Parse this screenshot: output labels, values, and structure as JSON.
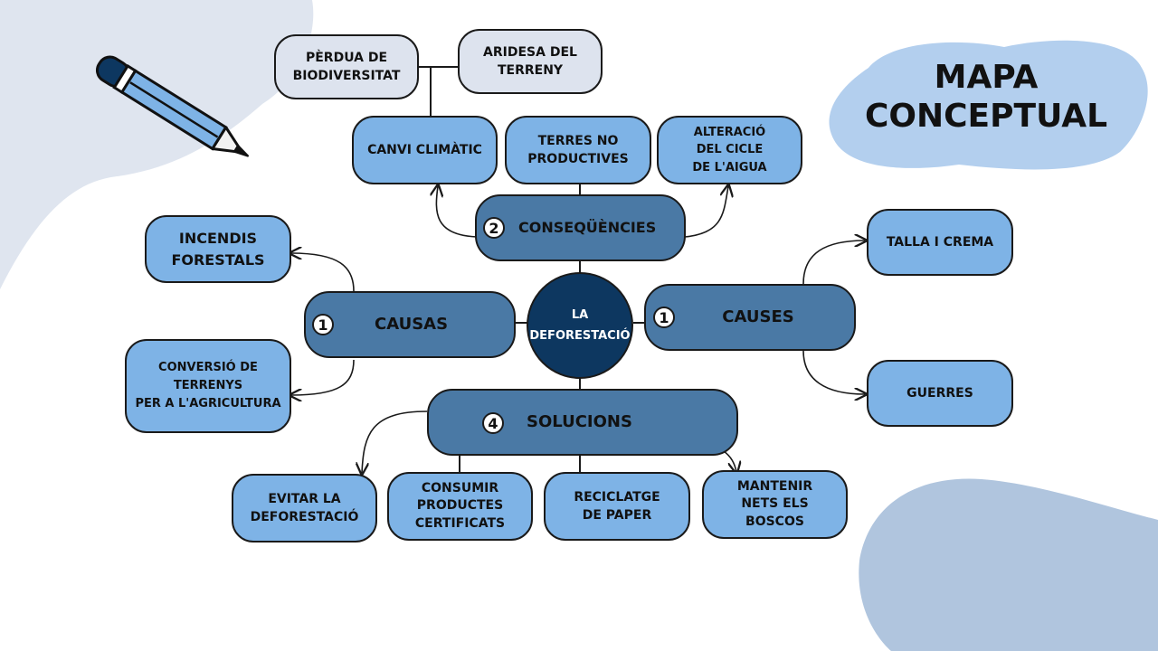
{
  "title": {
    "line1": "MAPA",
    "line2": "CONCEPTUAL"
  },
  "center": "LA\nDEFORESTACIÓ",
  "branches": {
    "consequences": {
      "number": "2",
      "label": "CONSEQÜÈNCIES"
    },
    "causas": {
      "number": "1",
      "label": "CAUSAS"
    },
    "causes": {
      "number": "1",
      "label": "CAUSES"
    },
    "solutions": {
      "number": "4",
      "label": "SOLUCIONS"
    }
  },
  "consequences_items": {
    "biodiversity": "PÈRDUA DE\nBIODIVERSITAT",
    "aridity": "ARIDESA DEL\nTERRENY",
    "climate": "CANVI CLIMÀTIC",
    "unproductive": "TERRES NO\nPRODUCTIVES",
    "water": "ALTERACIÓ\nDEL CICLE\nDE L'AIGUA"
  },
  "causas_items": {
    "fires": "INCENDIS\nFORESTALS",
    "conversion": "CONVERSIÓ DE\nTERRENYS\nPER A L'AGRICULTURA"
  },
  "causes_items": {
    "slash": "TALLA I CREMA",
    "wars": "GUERRES"
  },
  "solutions_items": {
    "avoid": "EVITAR LA\nDEFORESTACIÓ",
    "certified": "CONSUMIR\nPRODUCTES\nCERTIFICATS",
    "recycle": "RECICLATGE\nDE PAPER",
    "clean": "MANTENIR\nNETS ELS\nBOSCOS"
  },
  "colors": {
    "pale_box": "#dde3ee",
    "leaf_box": "#7eb3e6",
    "branch_box": "#4a79a5",
    "center_circle": "#0d3760",
    "blob_light": "#dfe5ef",
    "blob_title": "#b3cfee",
    "blob_bottom": "#b0c5de"
  },
  "icons": [
    "pencil-icon"
  ]
}
